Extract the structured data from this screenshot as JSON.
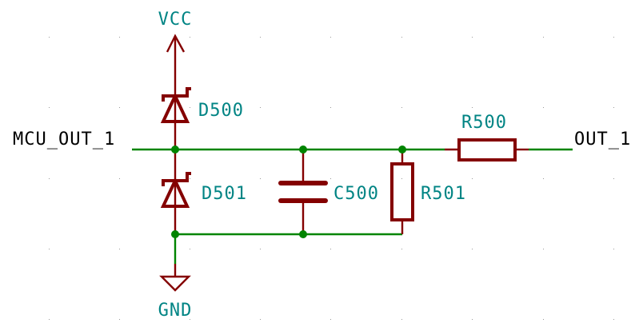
{
  "colors": {
    "wire": "#008400",
    "component": "#840000",
    "reference_text": "#008484",
    "net_label_text": "#000000",
    "grid": "#9a9a9a"
  },
  "power": {
    "vcc_label": "VCC",
    "gnd_label": "GND"
  },
  "net_labels": {
    "input": "MCU_OUT_1",
    "output": "OUT_1"
  },
  "components": {
    "d500": {
      "ref": "D500",
      "type": "zener-diode"
    },
    "d501": {
      "ref": "D501",
      "type": "zener-diode"
    },
    "c500": {
      "ref": "C500",
      "type": "capacitor"
    },
    "r500": {
      "ref": "R500",
      "type": "resistor"
    },
    "r501": {
      "ref": "R501",
      "type": "resistor"
    }
  }
}
